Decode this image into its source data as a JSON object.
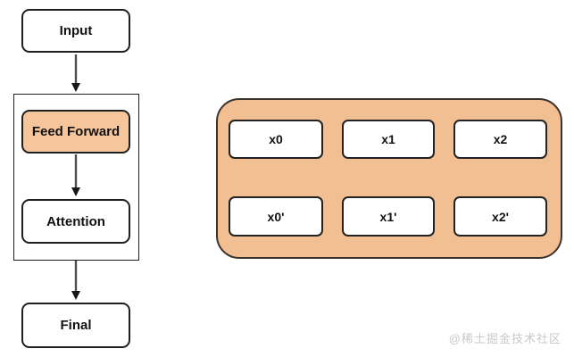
{
  "diagram": {
    "flow": {
      "input": "Input",
      "feed_forward": "Feed Forward",
      "attention": "Attention",
      "final": "Final"
    },
    "panel": {
      "top_row": [
        "x0",
        "x1",
        "x2"
      ],
      "bottom_row": [
        "x0'",
        "x1'",
        "x2'"
      ]
    }
  },
  "watermark": "@稀土掘金技术社区",
  "colors": {
    "highlight_fill": "#F5C59C",
    "panel_fill": "#F2BF92",
    "border": "#1F1F1F",
    "panel_border": "#3B332B",
    "arrow": "#4D4D4D",
    "watermark_color": "#C9C9C9"
  }
}
